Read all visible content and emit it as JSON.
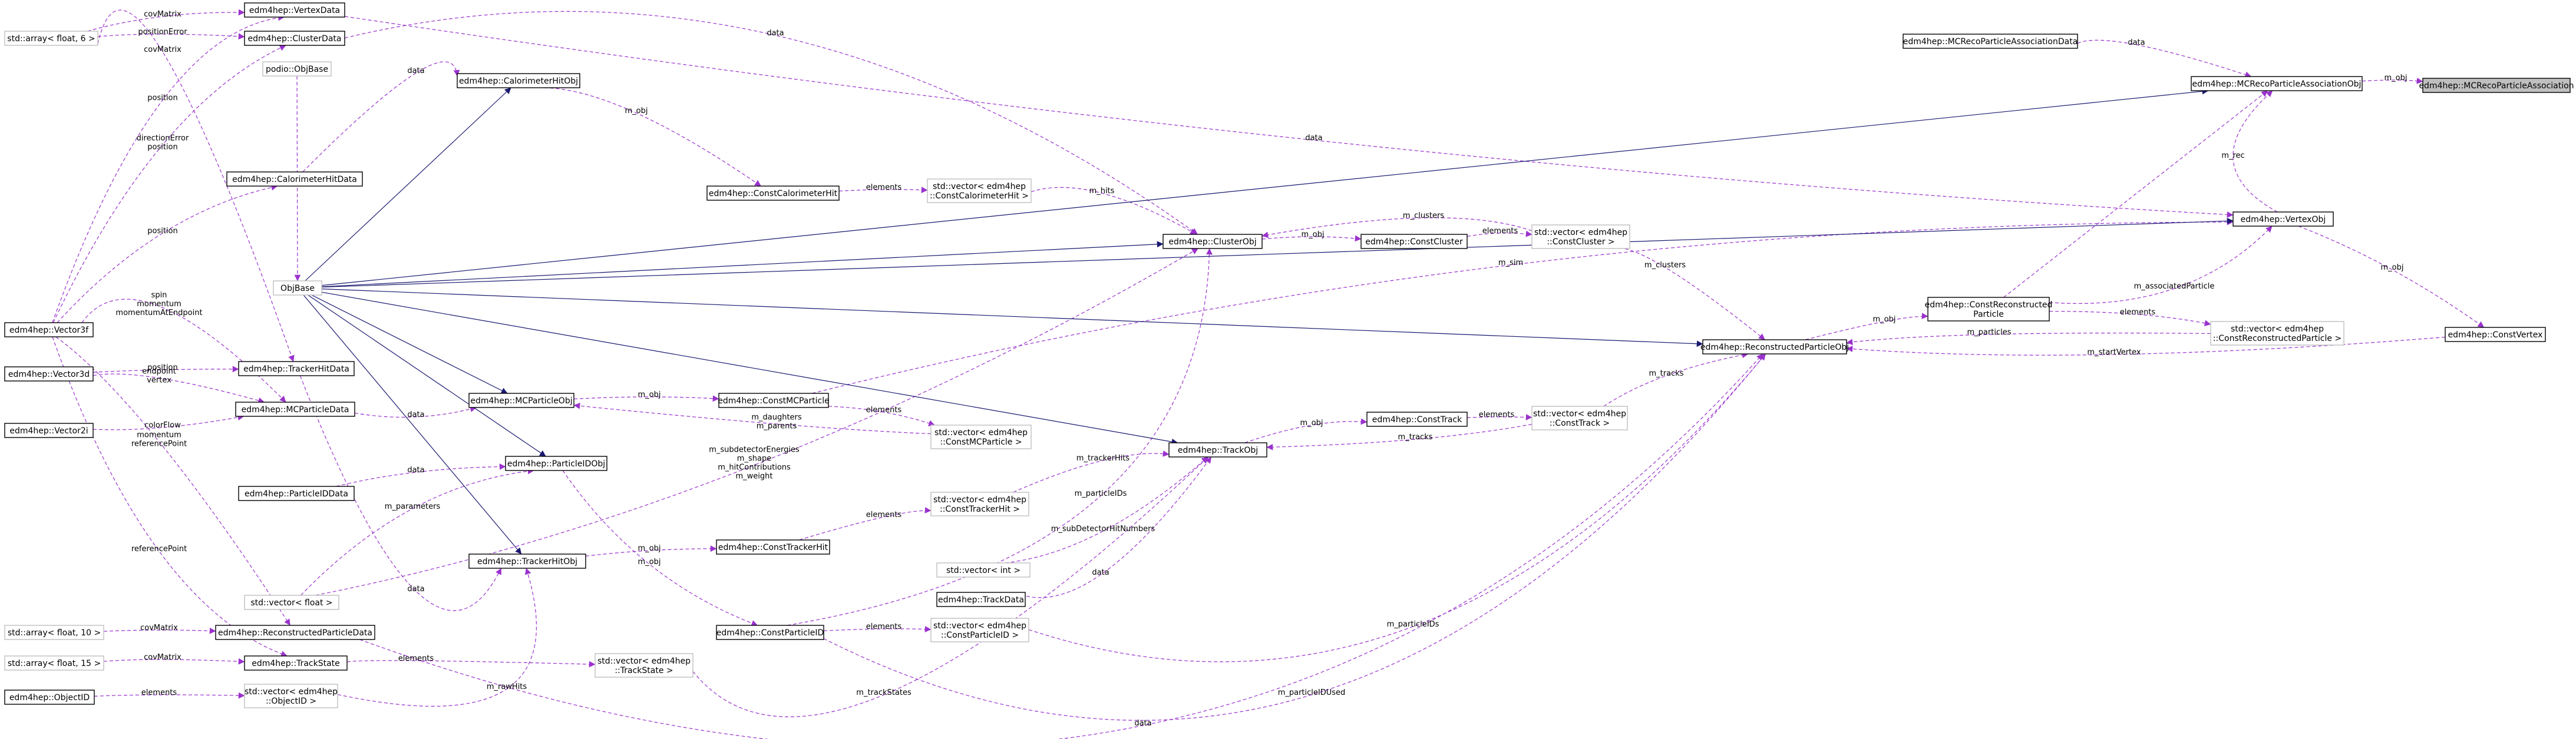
{
  "diagram": {
    "type": "collaboration-graph",
    "colors": {
      "inheritance": "#191970",
      "usage": "#9a32cd",
      "node_border": "#000000",
      "external_border": "#bfbfbf",
      "highlight_fill": "#bfbfbf"
    },
    "nodes": {
      "mcrecoparticleassociation": {
        "label": "edm4hep::MCRecoParticleAssociation",
        "highlight": true
      },
      "mcrecoparticleassociationobj": {
        "label": "edm4hep::MCRecoParticleAssociationObj"
      },
      "mcrecoparticleassociationdata": {
        "label": "edm4hep::MCRecoParticleAssociationData"
      },
      "vertexobj": {
        "label": "edm4hep::VertexObj"
      },
      "constvertex": {
        "label": "edm4hep::ConstVertex"
      },
      "constreconstructedparticle": {
        "label": [
          "edm4hep::ConstReconstructed",
          "Particle"
        ]
      },
      "vector_constreconstructedparticle": {
        "label": [
          "std::vector< edm4hep",
          "::ConstReconstructedParticle >"
        ],
        "external": true
      },
      "reconstructedparticleobj": {
        "label": "edm4hep::ReconstructedParticleObj"
      },
      "clusterobj": {
        "label": "edm4hep::ClusterObj"
      },
      "constcluster": {
        "label": "edm4hep::ConstCluster"
      },
      "vector_constcluster": {
        "label": [
          "std::vector< edm4hep",
          "::ConstCluster >"
        ],
        "external": true
      },
      "trackobj": {
        "label": "edm4hep::TrackObj"
      },
      "consttrack": {
        "label": "edm4hep::ConstTrack"
      },
      "vector_consttrack": {
        "label": [
          "std::vector< edm4hep",
          "::ConstTrack >"
        ],
        "external": true
      },
      "constmcparticle": {
        "label": "edm4hep::ConstMCParticle"
      },
      "vector_constmcparticle": {
        "label": [
          "std::vector< edm4hep",
          "::ConstMCParticle >"
        ],
        "external": true
      },
      "mcparticleobj": {
        "label": "edm4hep::MCParticleObj"
      },
      "calorimeterhitobj": {
        "label": "edm4hep::CalorimeterHitObj"
      },
      "constcalorimeterhit": {
        "label": "edm4hep::ConstCalorimeterHit"
      },
      "vector_constcalorimeterhit": {
        "label": [
          "std::vector< edm4hep",
          "::ConstCalorimeterHit >"
        ],
        "external": true
      },
      "objbase": {
        "label": "ObjBase",
        "external": true
      },
      "podio_objbase": {
        "label": "podio::ObjBase",
        "external": true
      },
      "vertexdata": {
        "label": "edm4hep::VertexData"
      },
      "clusterdata": {
        "label": "edm4hep::ClusterData"
      },
      "calorimeterhitdata": {
        "label": "edm4hep::CalorimeterHitData"
      },
      "array_float_6": {
        "label": "std::array< float, 6 >",
        "external": true
      },
      "vector3f": {
        "label": "edm4hep::Vector3f"
      },
      "vector3d": {
        "label": "edm4hep::Vector3d"
      },
      "vector2i": {
        "label": "edm4hep::Vector2i"
      },
      "trackerhitdata": {
        "label": "edm4hep::TrackerHitData"
      },
      "mcparticledata": {
        "label": "edm4hep::MCParticleData"
      },
      "particleidobj": {
        "label": "edm4hep::ParticleIDObj"
      },
      "particleiddata": {
        "label": "edm4hep::ParticleIDData"
      },
      "trackerhitobj": {
        "label": "edm4hep::TrackerHitObj"
      },
      "consttrackerhit": {
        "label": "edm4hep::ConstTrackerHit"
      },
      "vector_consttrackerhit": {
        "label": [
          "std::vector< edm4hep",
          "::ConstTrackerHit >"
        ],
        "external": true
      },
      "vector_float": {
        "label": "std::vector< float >",
        "external": true
      },
      "vector_int": {
        "label": "std::vector< int >",
        "external": true
      },
      "trackdata": {
        "label": "edm4hep::TrackData"
      },
      "constparticleid": {
        "label": "edm4hep::ConstParticleID"
      },
      "vector_constparticleid": {
        "label": [
          "std::vector< edm4hep",
          "::ConstParticleID >"
        ],
        "external": true
      },
      "reconstructedparticledata": {
        "label": "edm4hep::ReconstructedParticleData"
      },
      "array_float_10": {
        "label": "std::array< float, 10 >",
        "external": true
      },
      "trackstate": {
        "label": "edm4hep::TrackState"
      },
      "array_float_15": {
        "label": "std::array< float, 15 >",
        "external": true
      },
      "vector_trackstate": {
        "label": [
          "std::vector< edm4hep",
          "::TrackState >"
        ],
        "external": true
      },
      "objectid": {
        "label": "edm4hep::ObjectID"
      },
      "vector_objectid": {
        "label": [
          "std::vector< edm4hep",
          "::ObjectID >"
        ],
        "external": true
      }
    },
    "edges": [
      {
        "from": "mcrecoparticleassociationobj",
        "to": "mcrecoparticleassociation",
        "kind": "usage",
        "label": [
          "m_obj"
        ]
      },
      {
        "from": "mcrecoparticleassociationdata",
        "to": "mcrecoparticleassociationobj",
        "kind": "usage",
        "label": [
          "data"
        ]
      },
      {
        "from": "vertexobj",
        "to": "mcrecoparticleassociationobj",
        "kind": "usage",
        "label": [
          "m_rec"
        ]
      },
      {
        "from": "constreconstructedparticle",
        "to": "mcrecoparticleassociationobj",
        "kind": "usage",
        "label": []
      },
      {
        "from": "vertexobj",
        "to": "constvertex",
        "kind": "usage",
        "label": [
          "m_obj"
        ]
      },
      {
        "from": "constreconstructedparticle",
        "to": "vertexobj",
        "kind": "usage",
        "label": [
          "m_associatedParticle"
        ]
      },
      {
        "from": "vertexdata",
        "to": "vertexobj",
        "kind": "usage",
        "label": [
          "data"
        ]
      },
      {
        "from": "reconstructedparticleobj",
        "to": "constreconstructedparticle",
        "kind": "usage",
        "label": [
          "m_obj"
        ]
      },
      {
        "from": "constreconstructedparticle",
        "to": "vector_constreconstructedparticle",
        "kind": "usage",
        "label": [
          "elements"
        ]
      },
      {
        "from": "vector_constreconstructedparticle",
        "to": "reconstructedparticleobj",
        "kind": "usage",
        "label": [
          "m_particles"
        ]
      },
      {
        "from": "constvertex",
        "to": "reconstructedparticleobj",
        "kind": "usage",
        "label": [
          "m_startVertex"
        ]
      },
      {
        "from": "vector_constcluster",
        "to": "reconstructedparticleobj",
        "kind": "usage",
        "label": [
          "m_clusters"
        ]
      },
      {
        "from": "vector_consttrack",
        "to": "reconstructedparticleobj",
        "kind": "usage",
        "label": [
          "m_tracks"
        ]
      },
      {
        "from": "vector_constparticleid",
        "to": "reconstructedparticleobj",
        "kind": "usage",
        "label": [
          "m_particleIDs"
        ]
      },
      {
        "from": "constparticleid",
        "to": "reconstructedparticleobj",
        "kind": "usage",
        "label": [
          "m_particleIDUsed"
        ]
      },
      {
        "from": "reconstructedparticledata",
        "to": "reconstructedparticleobj",
        "kind": "usage",
        "label": [
          "data"
        ]
      },
      {
        "from": "clusterobj",
        "to": "constcluster",
        "kind": "usage",
        "label": [
          "m_obj"
        ]
      },
      {
        "from": "constcluster",
        "to": "vector_constcluster",
        "kind": "usage",
        "label": [
          "elements"
        ]
      },
      {
        "from": "vector_constcluster",
        "to": "clusterobj",
        "kind": "usage",
        "label": [
          "m_clusters"
        ]
      },
      {
        "from": "vector_constcalorimeterhit",
        "to": "clusterobj",
        "kind": "usage",
        "label": [
          "m_hits"
        ]
      },
      {
        "from": "clusterdata",
        "to": "clusterobj",
        "kind": "usage",
        "label": [
          "data"
        ]
      },
      {
        "from": "vector_float",
        "to": "clusterobj",
        "kind": "usage",
        "label": [
          "m_subdetectorEnergies",
          "m_shape",
          "m_hitContributions",
          "m_weight"
        ]
      },
      {
        "from": "constparticleid",
        "to": "clusterobj",
        "kind": "usage",
        "label": [
          "m_particleIDs"
        ]
      },
      {
        "from": "trackobj",
        "to": "consttrack",
        "kind": "usage",
        "label": [
          "m_obj"
        ]
      },
      {
        "from": "consttrack",
        "to": "vector_consttrack",
        "kind": "usage",
        "label": [
          "elements"
        ]
      },
      {
        "from": "vector_consttrack",
        "to": "trackobj",
        "kind": "usage",
        "label": [
          "m_tracks"
        ]
      },
      {
        "from": "vector_consttrackerhit",
        "to": "trackobj",
        "kind": "usage",
        "label": [
          "m_trackerHits"
        ]
      },
      {
        "from": "vector_int",
        "to": "trackobj",
        "kind": "usage",
        "label": [
          "m_subDetectorHitNumbers"
        ]
      },
      {
        "from": "trackdata",
        "to": "trackobj",
        "kind": "usage",
        "label": [
          "data"
        ]
      },
      {
        "from": "vector_trackstate",
        "to": "trackobj",
        "kind": "usage",
        "label": [
          "m_trackStates"
        ]
      },
      {
        "from": "mcparticleobj",
        "to": "constmcparticle",
        "kind": "usage",
        "label": [
          "m_obj"
        ]
      },
      {
        "from": "constmcparticle",
        "to": "vector_constmcparticle",
        "kind": "usage",
        "label": [
          "elements"
        ]
      },
      {
        "from": "vector_constmcparticle",
        "to": "mcparticleobj",
        "kind": "usage",
        "label": [
          "m_daughters",
          "m_parents"
        ]
      },
      {
        "from": "mcparticledata",
        "to": "mcparticleobj",
        "kind": "usage",
        "label": [
          "data"
        ]
      },
      {
        "from": "constmcparticle",
        "to": "vertexobj",
        "kind": "usage",
        "label": [
          "m_sim"
        ]
      },
      {
        "from": "calorimeterhitobj",
        "to": "constcalorimeterhit",
        "kind": "usage",
        "label": [
          "m_obj"
        ]
      },
      {
        "from": "constcalorimeterhit",
        "to": "vector_constcalorimeterhit",
        "kind": "usage",
        "label": [
          "elements"
        ]
      },
      {
        "from": "calorimeterhitdata",
        "to": "calorimeterhitobj",
        "kind": "usage",
        "label": [
          "data"
        ]
      },
      {
        "from": "particleidobj",
        "to": "constparticleid",
        "kind": "usage",
        "label": [
          "m_obj"
        ]
      },
      {
        "from": "constparticleid",
        "to": "vector_constparticleid",
        "kind": "usage",
        "label": [
          "elements"
        ]
      },
      {
        "from": "particleiddata",
        "to": "particleidobj",
        "kind": "usage",
        "label": [
          "data"
        ]
      },
      {
        "from": "vector_float",
        "to": "particleidobj",
        "kind": "usage",
        "label": [
          "m_parameters"
        ]
      },
      {
        "from": "trackerhitobj",
        "to": "consttrackerhit",
        "kind": "usage",
        "label": [
          "m_obj"
        ]
      },
      {
        "from": "consttrackerhit",
        "to": "vector_consttrackerhit",
        "kind": "usage",
        "label": [
          "elements"
        ]
      },
      {
        "from": "trackerhitdata",
        "to": "trackerhitobj",
        "kind": "usage",
        "label": [
          "data"
        ]
      },
      {
        "from": "vector_objectid",
        "to": "trackerhitobj",
        "kind": "usage",
        "label": [
          "m_rawHits"
        ]
      },
      {
        "from": "objectid",
        "to": "vector_objectid",
        "kind": "usage",
        "label": [
          "elements"
        ]
      },
      {
        "from": "trackstate",
        "to": "vector_trackstate",
        "kind": "usage",
        "label": [
          "elements"
        ]
      },
      {
        "from": "array_float_6",
        "to": "vertexdata",
        "kind": "usage",
        "label": [
          "covMatrix"
        ]
      },
      {
        "from": "vector3f",
        "to": "vertexdata",
        "kind": "usage",
        "label": [
          "position"
        ]
      },
      {
        "from": "array_float_6",
        "to": "clusterdata",
        "kind": "usage",
        "label": [
          "positionError"
        ]
      },
      {
        "from": "vector3f",
        "to": "clusterdata",
        "kind": "usage",
        "label": [
          "directionError",
          "position"
        ]
      },
      {
        "from": "vector3f",
        "to": "calorimeterhitdata",
        "kind": "usage",
        "label": [
          "position"
        ]
      },
      {
        "from": "array_float_6",
        "to": "trackerhitdata",
        "kind": "usage",
        "label": [
          "covMatrix"
        ]
      },
      {
        "from": "vector3d",
        "to": "trackerhitdata",
        "kind": "usage",
        "label": [
          "position"
        ]
      },
      {
        "from": "vector3f",
        "to": "mcparticledata",
        "kind": "usage",
        "label": [
          "spin",
          "momentum",
          "momentumAtEndpoint"
        ]
      },
      {
        "from": "vector3d",
        "to": "mcparticledata",
        "kind": "usage",
        "label": [
          "endpoint",
          "vertex"
        ]
      },
      {
        "from": "vector2i",
        "to": "mcparticledata",
        "kind": "usage",
        "label": [
          "colorFlow"
        ]
      },
      {
        "from": "vector3f",
        "to": "reconstructedparticledata",
        "kind": "usage",
        "label": [
          "momentum",
          "referencePoint"
        ]
      },
      {
        "from": "array_float_10",
        "to": "reconstructedparticledata",
        "kind": "usage",
        "label": [
          "covMatrix"
        ]
      },
      {
        "from": "vector3f",
        "to": "trackstate",
        "kind": "usage",
        "label": [
          "referencePoint"
        ]
      },
      {
        "from": "array_float_15",
        "to": "trackstate",
        "kind": "usage",
        "label": [
          "covMatrix"
        ]
      },
      {
        "from": "podio_objbase",
        "to": "objbase",
        "kind": "usage",
        "label": []
      },
      {
        "from": "objbase",
        "to": "mcrecoparticleassociationobj",
        "kind": "inheritance",
        "label": []
      },
      {
        "from": "objbase",
        "to": "vertexobj",
        "kind": "inheritance",
        "label": []
      },
      {
        "from": "objbase",
        "to": "reconstructedparticleobj",
        "kind": "inheritance",
        "label": []
      },
      {
        "from": "objbase",
        "to": "clusterobj",
        "kind": "inheritance",
        "label": []
      },
      {
        "from": "objbase",
        "to": "trackobj",
        "kind": "inheritance",
        "label": []
      },
      {
        "from": "objbase",
        "to": "mcparticleobj",
        "kind": "inheritance",
        "label": []
      },
      {
        "from": "objbase",
        "to": "calorimeterhitobj",
        "kind": "inheritance",
        "label": []
      },
      {
        "from": "objbase",
        "to": "particleidobj",
        "kind": "inheritance",
        "label": []
      },
      {
        "from": "objbase",
        "to": "trackerhitobj",
        "kind": "inheritance",
        "label": []
      }
    ]
  }
}
